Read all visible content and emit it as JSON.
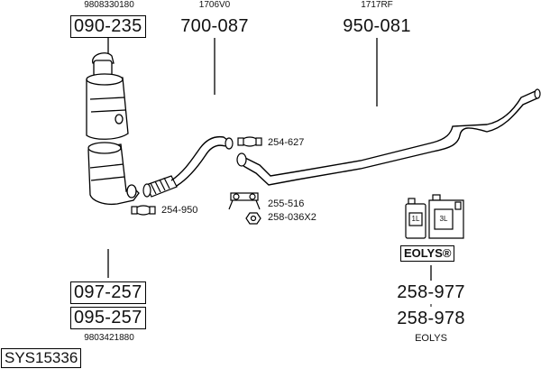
{
  "system_code": "SYS15336",
  "parts": {
    "cat_top_ref": "9808330180",
    "cat_top_part": "090-235",
    "mid_pipe_ref": "1706V0",
    "mid_pipe_part": "700-087",
    "rear_pipe_ref": "1717RF",
    "rear_pipe_part": "950-081",
    "clamp_upper": "254-627",
    "clamp_lower": "254-950",
    "hanger": "255-516",
    "nut": "258-036X2",
    "dpf_part_1": "097-257",
    "dpf_part_2": "095-257",
    "dpf_ref": "9803421880",
    "additive_part_1": "258-977",
    "additive_part_2": "258-978",
    "additive_label": "EOLYS",
    "additive_brand": "EOLYS®",
    "can_small": "1L",
    "can_large": "3L"
  }
}
